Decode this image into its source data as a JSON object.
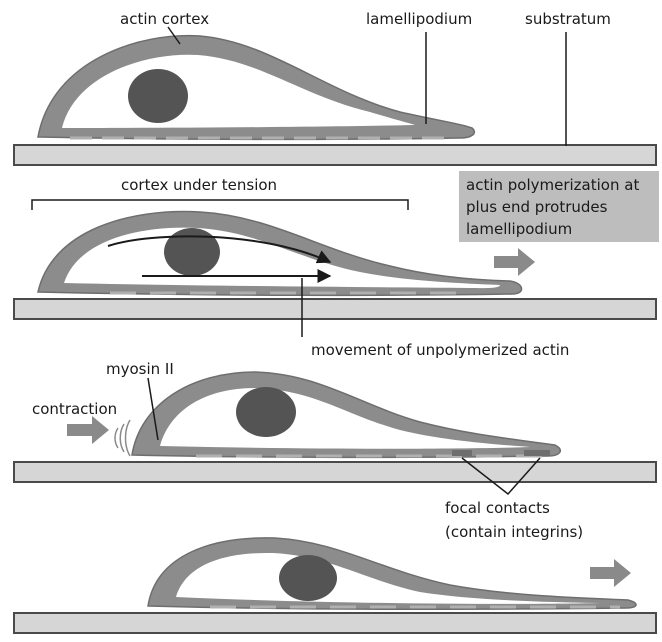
{
  "labels": {
    "actin_cortex": "actin cortex",
    "lamellipodium": "lamellipodium",
    "substratum": "substratum",
    "cortex_under_tension": "cortex under tension",
    "polymerization_line1": "actin polymerization at",
    "polymerization_line2": "plus end protrudes",
    "polymerization_line3": "lamellipodium",
    "movement": "movement of unpolymerized actin",
    "myosin": "myosin II",
    "contraction": "contraction",
    "focal_line1": "focal contacts",
    "focal_line2": "(contain integrins)"
  },
  "colors": {
    "cortex": "#8c8c8c",
    "cytoplasm": "#ffffff",
    "nucleus": "#545454",
    "substratum_fill": "#d6d6d6",
    "substratum_stroke": "#4a4a4a",
    "highlight_box": "#bdbdbd",
    "arrow": "#8a8a8a"
  },
  "stages": [
    {
      "id": 1,
      "description_icons": [
        "cell",
        "nucleus",
        "substratum"
      ]
    },
    {
      "id": 2,
      "description_icons": [
        "cell",
        "nucleus",
        "substratum",
        "flow-arrows",
        "protrusion-arrow"
      ]
    },
    {
      "id": 3,
      "description_icons": [
        "cell",
        "nucleus",
        "substratum",
        "contraction-arrow",
        "focal-contacts"
      ]
    },
    {
      "id": 4,
      "description_icons": [
        "cell",
        "nucleus",
        "substratum",
        "protrusion-arrow"
      ]
    }
  ]
}
